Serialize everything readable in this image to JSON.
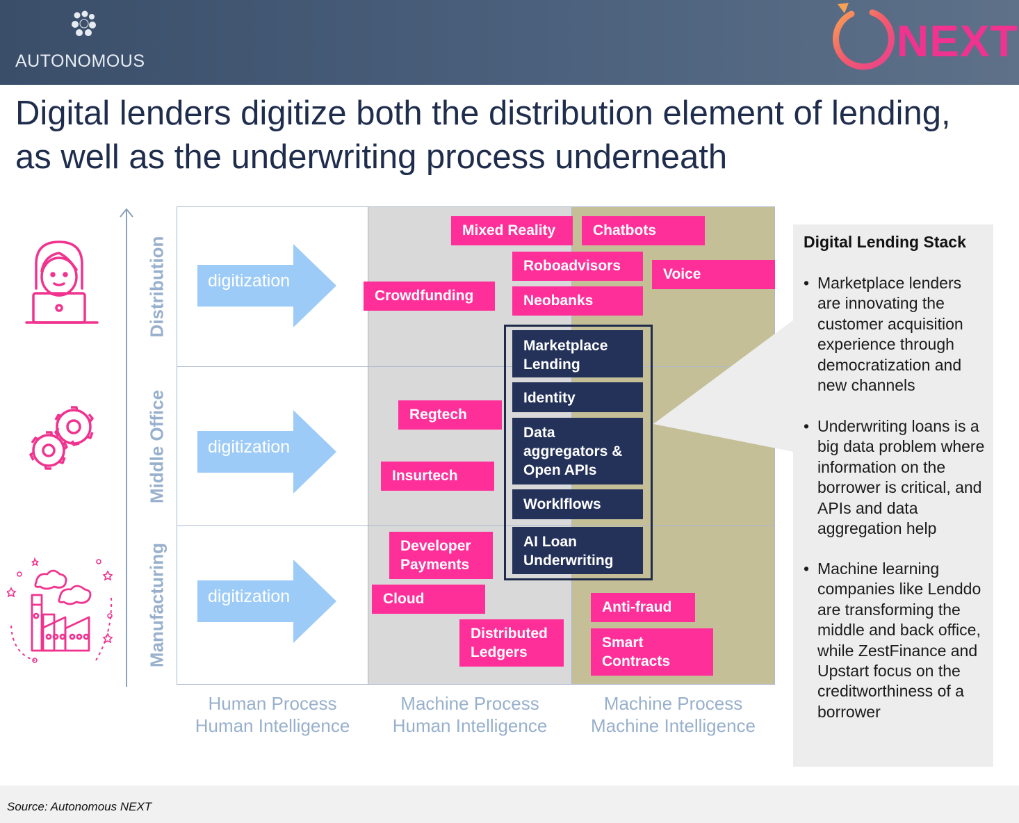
{
  "header": {
    "brand": "AUTONOMOUS",
    "next_logo": "NEXT",
    "brand_icon": "dotted-sphere-icon",
    "next_icon": "circular-refresh-arrow-icon"
  },
  "title": "Digital lenders digitize both the distribution element of lending, as well as the underwriting process underneath",
  "rows": [
    {
      "label": "Distribution",
      "icon": "woman-laptop-icon",
      "arrow_label": "digitization"
    },
    {
      "label": "Middle Office",
      "icon": "gears-icon",
      "arrow_label": "digitization"
    },
    {
      "label": "Manufacturing",
      "icon": "factory-icon",
      "arrow_label": "digitization"
    }
  ],
  "columns": [
    {
      "line1": "Human Process",
      "line2": "Human Intelligence"
    },
    {
      "line1": "Machine Process",
      "line2": "Human Intelligence"
    },
    {
      "line1": "Machine Process",
      "line2": "Machine Intelligence"
    }
  ],
  "tags": {
    "mixed_reality": "Mixed Reality",
    "chatbots": "Chatbots",
    "roboadvisors": "Roboadvisors",
    "voice": "Voice",
    "crowdfunding": "Crowdfunding",
    "neobanks": "Neobanks",
    "regtech": "Regtech",
    "insurtech": "Insurtech",
    "developer_payments": [
      "Developer",
      "Payments"
    ],
    "cloud": "Cloud",
    "distributed_ledgers": [
      "Distributed",
      "Ledgers"
    ],
    "anti_fraud": "Anti-fraud",
    "smart_contracts": [
      "Smart",
      "Contracts"
    ]
  },
  "stack": {
    "marketplace_lending": [
      "Marketplace",
      "Lending"
    ],
    "identity": "Identity",
    "data_aggregators": [
      "Data",
      "aggregators &",
      "Open APIs"
    ],
    "workflows": "Worklflows",
    "ai_loan": [
      "AI Loan",
      "Underwriting"
    ]
  },
  "colors": {
    "pink": "#ff2f9a",
    "navy": "#24325a",
    "arrow_blue": "#9dcbf7",
    "axis_label": "#98b0cc",
    "header": "#3f536f",
    "title": "#1f2d4d"
  },
  "panel": {
    "title": "Digital Lending Stack",
    "bullets": [
      "Marketplace lenders are innovating the customer acquisition experience through democratization and new channels",
      "Underwriting loans is a big data problem where information on the borrower is critical, and APIs and data aggregation help",
      "Machine learning companies like Lenddo are transforming the middle and back office, while ZestFinance and Upstart focus on the creditworthiness of a borrower"
    ]
  },
  "footer": {
    "source": "Source: Autonomous NEXT"
  }
}
